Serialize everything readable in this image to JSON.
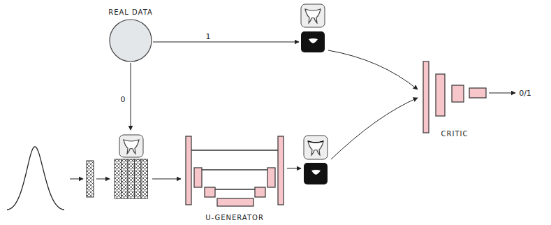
{
  "diagram": {
    "nodes": [
      {
        "text": [
          "REAL DATA"
        ]
      },
      {
        "text": [
          "U-GENERATOR"
        ]
      },
      {
        "text": [
          "CRITIC"
        ]
      }
    ],
    "labels": [
      "1",
      "0",
      "0/1"
    ]
  }
}
